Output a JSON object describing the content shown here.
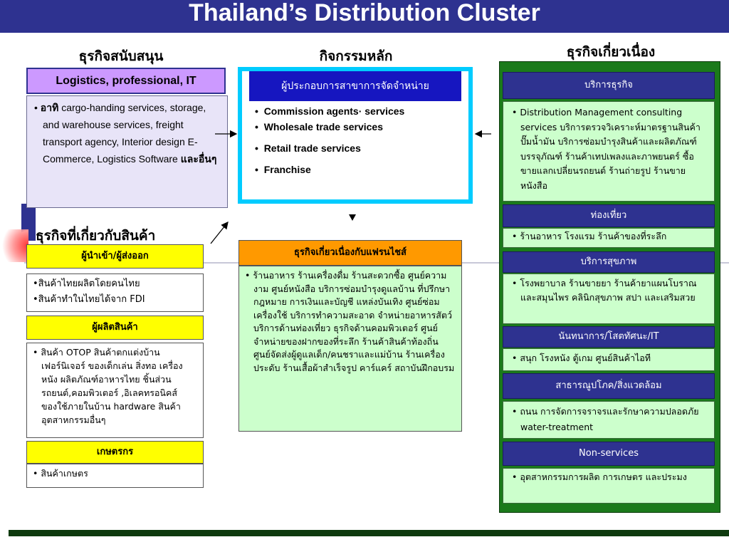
{
  "title": "Thailand’s Distribution Cluster",
  "headings": {
    "support": "ธุรกิจสนับสนุน",
    "main": "กิจกรรมหลัก",
    "related": "ธุรกิจเกี่ยวเนื่อง",
    "product": "ธุรกิจที่เกี่ยวกับสินค้า"
  },
  "support_box": {
    "header": "Logistics, professional, IT",
    "prefix": "อาทิ",
    "body": "cargo-handing services, storage, and warehouse services,  freight transport agency, Interior design E-Commerce, Logistics Software",
    "suffix": "และอื่นๆ"
  },
  "main_box": {
    "header": "ผู้ประกอบการสาขาการจัดจำหน่าย",
    "items": [
      "Commission agents· services",
      "Wholesale trade services",
      "Retail trade services",
      "Franchise"
    ]
  },
  "franchise_box": {
    "header": "ธุรกิจเกี่ยวเนื่องกับแฟรนไชส์",
    "body": "ร้านอาหาร ร้านเครื่องดื่ม  ร้านสะดวกซื้อ ศูนย์ความงาม  ศูนย์หนังสือ  บริการซ่อมบำรุงดูแลบ้าน   ที่ปรึกษากฎหมาย การเงินและบัญชี   แหล่งบันเทิง   ศูนย์ซ่อมเครื่องใช้  บริการทำความสะอาด   จำหน่ายอาหารสัตว์  บริการด้านท่องเที่ยว  ธุรกิจด้านคอมพิวเตอร์  ศูนย์จำหน่ายของฝากของที่ระลึก  ร้านค้าสินค้าท้องถิ่น  ศูนย์จัดส่งผู้ดูแลเด็ก/คนชราและแม่บ้าน  ร้านเครื่องประดับ  ร้านเสื้อผ้าสำเร็จรูป  คาร์แคร์   สถาบันฝึกอบรม"
  },
  "product_groups": [
    {
      "header": "ผู้นำเข้า/ผู้ส่งออก",
      "items": [
        "สินค้าไทยผลิตโดยคนไทย",
        "สินค้าทำในไทยได้จาก FDI"
      ]
    },
    {
      "header": "ผู้ผลิตสินค้า",
      "items": [
        "สินค้า OTOP  สินค้าตกแต่งบ้าน เฟอร์นิเจอร์  ของเด็กเล่น  สิ่งทอ เครื่องหนัง  ผลิตภัณฑ์อาหารไทย ชิ้นส่วนรถยนต์,คอมพิวเตอร์ ,อิเลคทรอนิคส์  ของใช้ภายในบ้าน hardware  สินค้าอุตสาหกรรมอื่นๆ"
      ]
    },
    {
      "header": "เกษตรกร",
      "items": [
        "สินค้าเกษตร"
      ]
    }
  ],
  "related_sections": [
    {
      "header": "บริการธุรกิจ",
      "body": "Distribution Management consulting services  บริการตรวจวิเคราะห์มาตรฐานสินค้า  ปั๊มน้ำมัน  บริการซ่อมบำรุงสินค้าและผลิตภัณฑ์  บรรจุภัณฑ์  ร้านค้าเทปเพลงและภาพยนตร์  ซื้อขายแลกเปลี่ยนรถยนต์  ร้านถ่ายรูป  ร้านขายหนังสือ"
    },
    {
      "header": "ท่องเที่ยว",
      "body": "ร้านอาหาร    โรงแรม   ร้านค้าของที่ระลึก"
    },
    {
      "header": "บริการสุขภาพ",
      "body": "โรงพยาบาล  ร้านขายยา    ร้านค้ายาแผนโบราณและสมุนไพร   คลินิกสุขภาพ  สปา และเสริมสวย"
    },
    {
      "header": "นันทนาการ/โสตทัศนะ/IT",
      "body": "สนุก   โรงหนัง   ตู้เกม  ศูนย์สินค้าไอที"
    },
    {
      "header": "สาธารณูปโภค/สิ่งแวดล้อม",
      "body": "ถนน  การจัดการจราจรและรักษาความปลอดภัย     water-treatment"
    },
    {
      "header": "Non-services",
      "body": "อุตสาหกรรมการผลิต   การเกษตร และประมง"
    }
  ],
  "colors": {
    "title_bar": "#2e3290",
    "support_header": "#cc99ff",
    "support_body": "#e8e4f8",
    "main_border": "#00ccff",
    "main_header": "#1616c0",
    "franchise_header": "#ff9900",
    "franchise_body": "#ccffcc",
    "yellow": "#ffff00",
    "related_outer": "#1b7a1b",
    "related_header": "#2e3290",
    "related_body": "#ccffcc"
  }
}
